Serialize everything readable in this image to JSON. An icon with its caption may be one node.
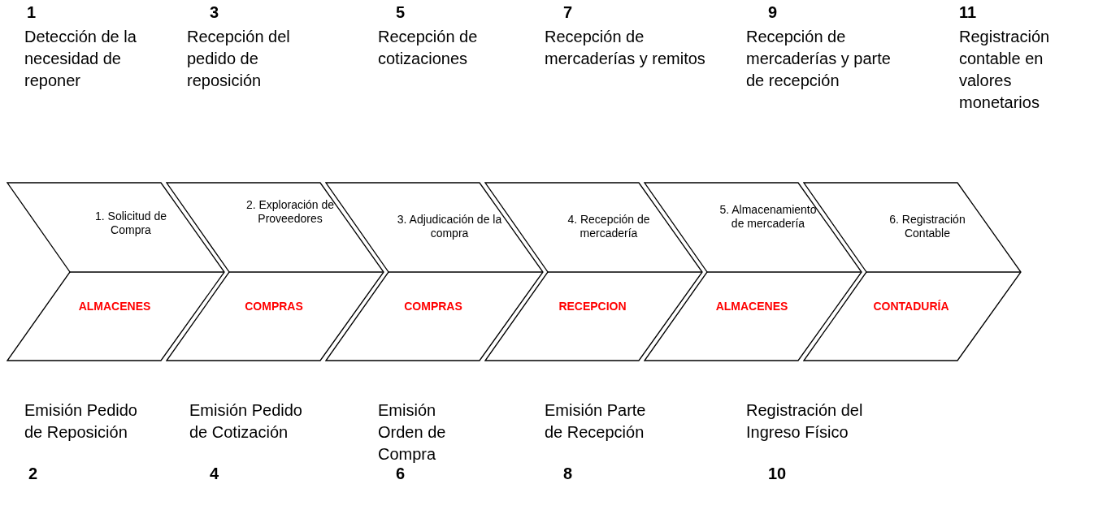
{
  "diagram": {
    "nodes": [
      {
        "text": [
          "1. Solicitud de Compra",
          "ALMACENES"
        ]
      },
      {
        "text": [
          "2. Exploración de Proveedores",
          "COMPRAS"
        ]
      },
      {
        "text": [
          "3. Adjudicación de la compra",
          "COMPRAS"
        ]
      },
      {
        "text": [
          "4. Recepción de mercadería",
          "RECEPCION"
        ]
      },
      {
        "text": [
          "5. Almacenamiento de mercadería",
          "ALMACENES"
        ]
      },
      {
        "text": [
          "6. Registración Contable",
          "CONTADURÍA"
        ]
      }
    ],
    "labels": [
      "1",
      "3",
      "5",
      "7",
      "9",
      "11",
      "Detección de la necesidad de reponer",
      "Recepción del pedido de reposición",
      "Recepción de cotizaciones",
      "Recepción de mercaderías y remitos",
      "Recepción de mercaderías y parte de recepción",
      "Registración contable en valores monetarios",
      "Emisión Pedido de Reposición",
      "Emisión Pedido de Cotización",
      "Emisión Orden de Compra",
      "Emisión Parte de Recepción",
      "Registración del Ingreso Físico",
      "2",
      "4",
      "6",
      "8",
      "10"
    ]
  }
}
